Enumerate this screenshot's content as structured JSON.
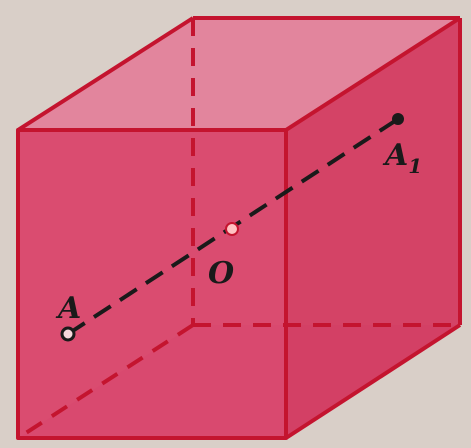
{
  "points": {
    "A": {
      "label": "A"
    },
    "A1": {
      "label": "A",
      "subscript": "1"
    },
    "O": {
      "label": "O"
    }
  },
  "colors": {
    "background": "#d9cfc8",
    "cube_front_face": "#d9496e",
    "cube_right_face": "#d23f63",
    "cube_top_face": "#e2859d",
    "cube_back_faces": "#e07592",
    "cube_edge": "#c4142f",
    "segment": "#1a1a1a",
    "center_point": "#ffc2c2"
  }
}
